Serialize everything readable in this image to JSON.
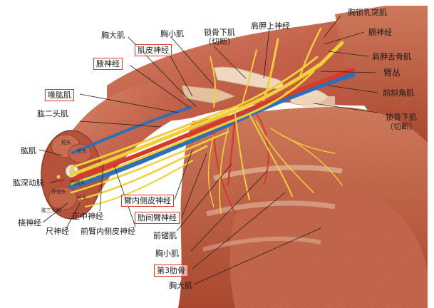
{
  "labels": {
    "xiongsuorutu_ji": "胸锁乳突肌",
    "jianjiashang_shenjing": "肩胛上神经",
    "suogu_xia_ji_top": "锁骨下肌",
    "qieduan_top": "（切断）",
    "xiong_xiao_ji_top": "胸小肌",
    "xiong_da_ji_top": "胸大肌",
    "ge_shenjing": "膈神经",
    "jianjia_sheguji": "肩胛舌骨肌",
    "bi_cong": "臂丛",
    "qian_xie_jiao_ji": "前斜角肌",
    "suogu_xia_ji_right": "锁骨下肌",
    "qieduan_right": "（切断）",
    "jipi_shenjing": "肌皮神经",
    "ye_shenjing": "腋神经",
    "hui_gong_ji": "喙肱肌",
    "gong_er_tou_ji": "肱二头肌",
    "duan_tou": "短头",
    "chang_tou_1": "长头",
    "gong_ji": "肱肌",
    "gong_shen_dongmai": "肱深动脉",
    "wai_ce_tou": "外侧头",
    "nei_ce_tou": "内侧头",
    "chang_tou_2": "长头",
    "gong_san_tou_ji": "肱三头肌",
    "rao_shenjing": "桡神经",
    "chi_shenjing": "尺神经",
    "zheng_zhong_shenjing": "正中神经",
    "qianbi_neice_pi_shenjing": "前臂内侧皮神经",
    "bi_neice_pi_shenjing": "臂内侧皮神经",
    "leijian_bi_shenjing": "肋间臂神经",
    "qian_ju_ji": "前锯肌",
    "xiong_xiao_ji_bottom": "胸小肌",
    "di3_leigu": "第3肋骨",
    "xiong_da_ji_bottom": "胸大肌"
  },
  "colors": {
    "nerve": "#f2cf3a",
    "artery": "#d63a2a",
    "vein": "#2f6fb6",
    "muscle": "#c9694f",
    "highlight_box": "#e23a2a"
  }
}
